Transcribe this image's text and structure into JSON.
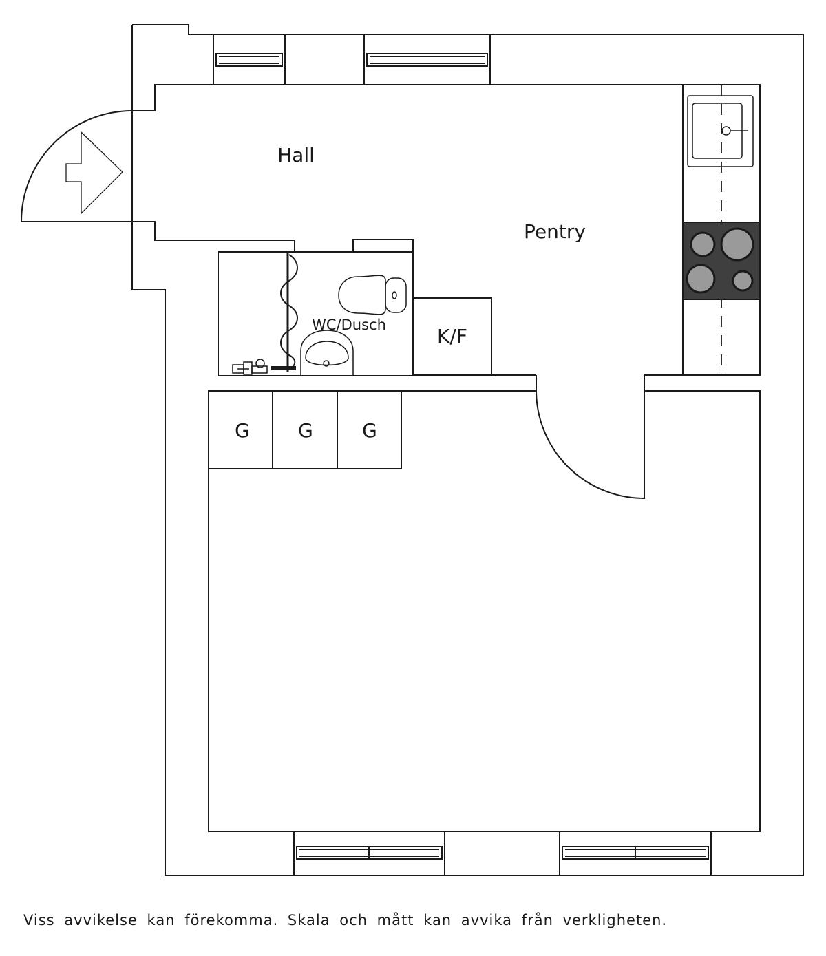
{
  "rooms": {
    "hall": "Hall",
    "pentry": "Pentry",
    "wc": "WC/Dusch",
    "kf": "K/F",
    "closets": [
      "G",
      "G",
      "G"
    ]
  },
  "disclaimer": "Viss avvikelse kan förekomma. Skala och mått kan avvika från verkligheten.",
  "colors": {
    "line": "#1a1a1a",
    "stove": "#3f3f3f",
    "burner": "#9a9a9a"
  }
}
